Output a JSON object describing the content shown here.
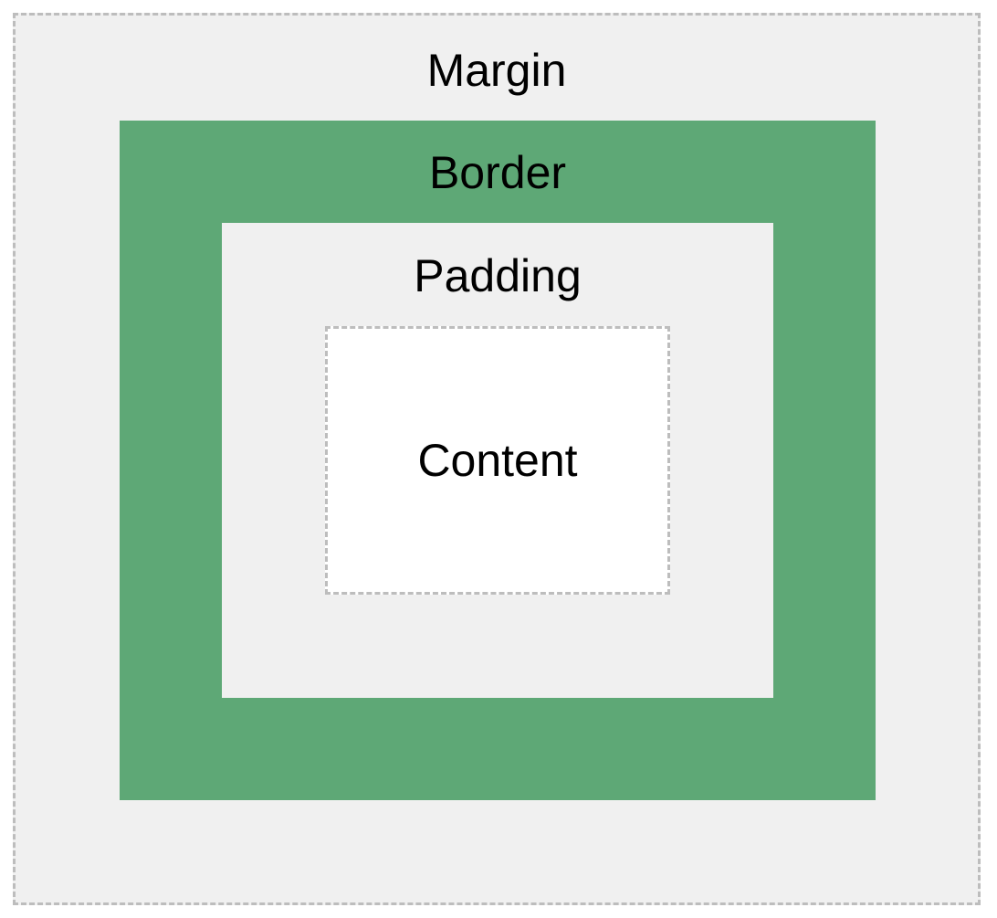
{
  "diagram": {
    "margin_label": "Margin",
    "border_label": "Border",
    "padding_label": "Padding",
    "content_label": "Content"
  },
  "colors": {
    "margin_fill": "#f0f0f0",
    "border_fill": "#5ea876",
    "padding_fill": "#f0f0f0",
    "content_fill": "#ffffff",
    "dashed_outline": "#bdbdbd",
    "text": "#000000"
  }
}
